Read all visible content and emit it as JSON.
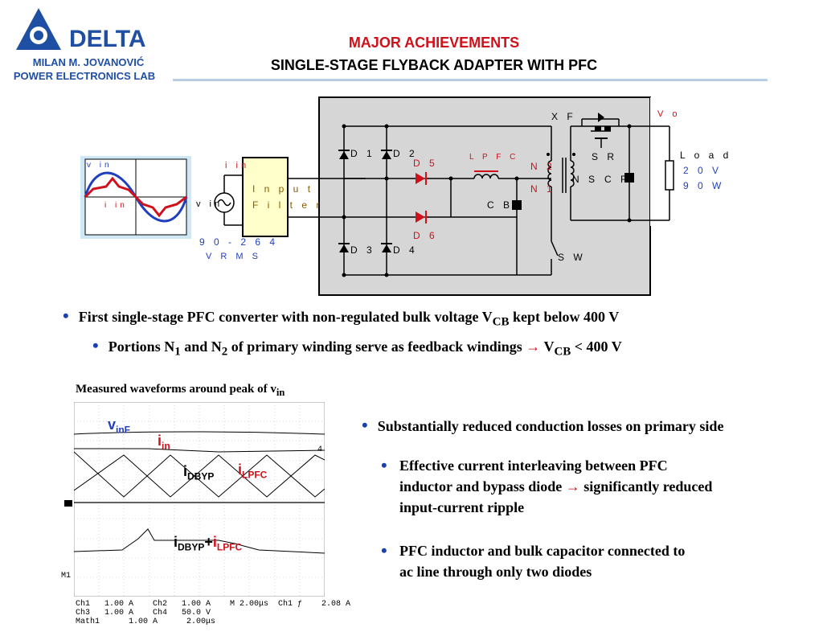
{
  "header": {
    "logo_name": "DELTA",
    "author": "MILAN M. JOVANOVIĆ",
    "lab": "POWER ELECTRONICS LAB",
    "title": "MAJOR ACHIEVEMENTS",
    "subtitle": "SINGLE-STAGE FLYBACK ADAPTER WITH PFC"
  },
  "schematic": {
    "inset_vin": "v in",
    "inset_iin": "i in",
    "iin": "i in",
    "vin": "v in",
    "input_filter_1": "I n p u t",
    "input_filter_2": "F i l t e r",
    "input_range": "9 0 - 2 6 4",
    "input_unit": "V R M S",
    "d1": "D 1",
    "d2": "D 2",
    "d3": "D 3",
    "d4": "D 4",
    "d5": "D 5",
    "d6": "D 6",
    "lpfc": "L P F C",
    "n2": "N 2",
    "n1": "N 1",
    "ns": "N S",
    "cb": "C B",
    "cf": "C F",
    "xf": "X F",
    "sr": "S R",
    "sw": "S W",
    "vo": "V o",
    "load": "L o a d",
    "load_v": "2 0 V",
    "load_w": "9 0 W"
  },
  "bullets": {
    "b1_pre": "First single-stage PFC converter with non-regulated bulk voltage V",
    "b1_sub": "CB",
    "b1_post": " kept below 400 V",
    "b2_a": "Portions N",
    "b2_s1": "1",
    "b2_b": " and N",
    "b2_s2": "2",
    "b2_c": " of primary winding serve as feedback windings ",
    "b2_arrow": "→",
    "b2_d": " V",
    "b2_s3": "CB",
    "b2_e": " <  400 V",
    "r1": "Substantially reduced conduction losses on primary side",
    "r2_l1": "Effective current interleaving between PFC",
    "r2_l2_pre": "inductor and bypass diode ",
    "r2_arrow": "→",
    "r2_l2_post": " significantly reduced",
    "r2_l3": "input-current ripple",
    "r3_l1": "PFC inductor and bulk capacitor connected to",
    "r3_l2": "ac line through only two diodes"
  },
  "scope": {
    "caption_pre": "Measured waveforms around peak of v",
    "caption_sub": "in",
    "vinf": "v",
    "vinf_sub": "inF",
    "iin": "i",
    "iin_sub": "in",
    "idbyp": "i",
    "idbyp_sub": "DBYP",
    "ilpfc": "i",
    "ilpfc_sub": "LPFC",
    "sum_i1": "i",
    "sum_sub1": "DBYP",
    "sum_plus": "+",
    "sum_i2": "i",
    "sum_sub2": "LPFC",
    "marker_4": "4",
    "marker_m1": "M1",
    "row1": "Ch1   1.00 A    Ch2   1.00 A    M 2.00μs  Ch1 ƒ    2.08 A",
    "row2": "Ch3   1.00 A    Ch4   50.0 V",
    "row3": "Math1      1.00 A      2.00μs"
  },
  "colors": {
    "accent_red": "#d0101a",
    "brand_blue": "#1f4fa3",
    "bullet_blue": "#1a3fb0",
    "schematic_bg": "#d6d6d6"
  }
}
